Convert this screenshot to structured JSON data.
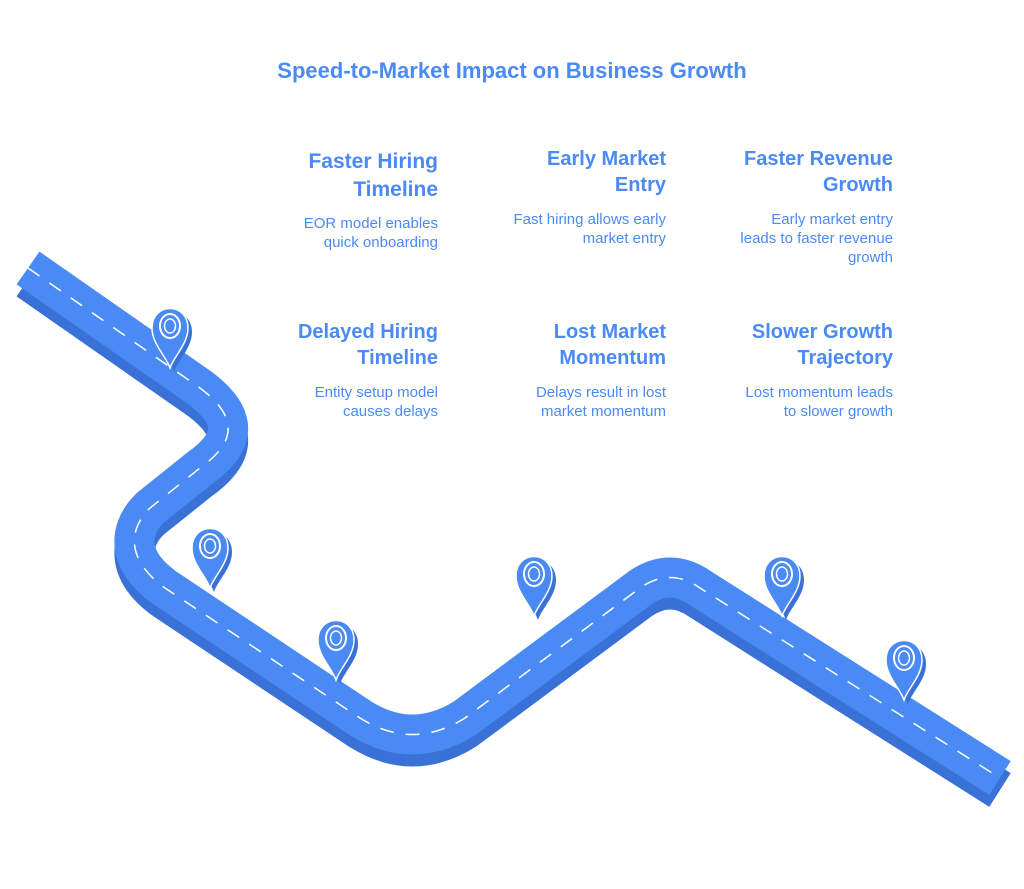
{
  "title": "Speed-to-Market Impact on Business Growth",
  "colors": {
    "accent": "#4a8af4",
    "road_top": "#4a8af4",
    "road_side": "#3a71d6",
    "lane_marking": "#ffffff",
    "background": "#ffffff"
  },
  "top_row": [
    {
      "heading_lines": [
        "Faster Hiring",
        "Timeline"
      ],
      "desc_lines": [
        "EOR model enables",
        "quick onboarding"
      ]
    },
    {
      "heading_lines": [
        "Early Market",
        "Entry"
      ],
      "desc_lines": [
        "Fast hiring allows early",
        "market entry"
      ]
    },
    {
      "heading_lines": [
        "Faster Revenue",
        "Growth"
      ],
      "desc_lines": [
        "Early market entry",
        "leads to faster revenue",
        "growth"
      ]
    }
  ],
  "bottom_row": [
    {
      "heading_lines": [
        "Delayed Hiring",
        "Timeline"
      ],
      "desc_lines": [
        "Entity setup model",
        "causes delays"
      ]
    },
    {
      "heading_lines": [
        "Lost Market",
        "Momentum"
      ],
      "desc_lines": [
        "Delays result in lost",
        "market momentum"
      ]
    },
    {
      "heading_lines": [
        "Slower Growth",
        "Trajectory"
      ],
      "desc_lines": [
        "Lost momentum leads",
        "to slower growth"
      ]
    }
  ],
  "road": {
    "marker_count": 6,
    "marker_icon": "map-pin-icon"
  }
}
